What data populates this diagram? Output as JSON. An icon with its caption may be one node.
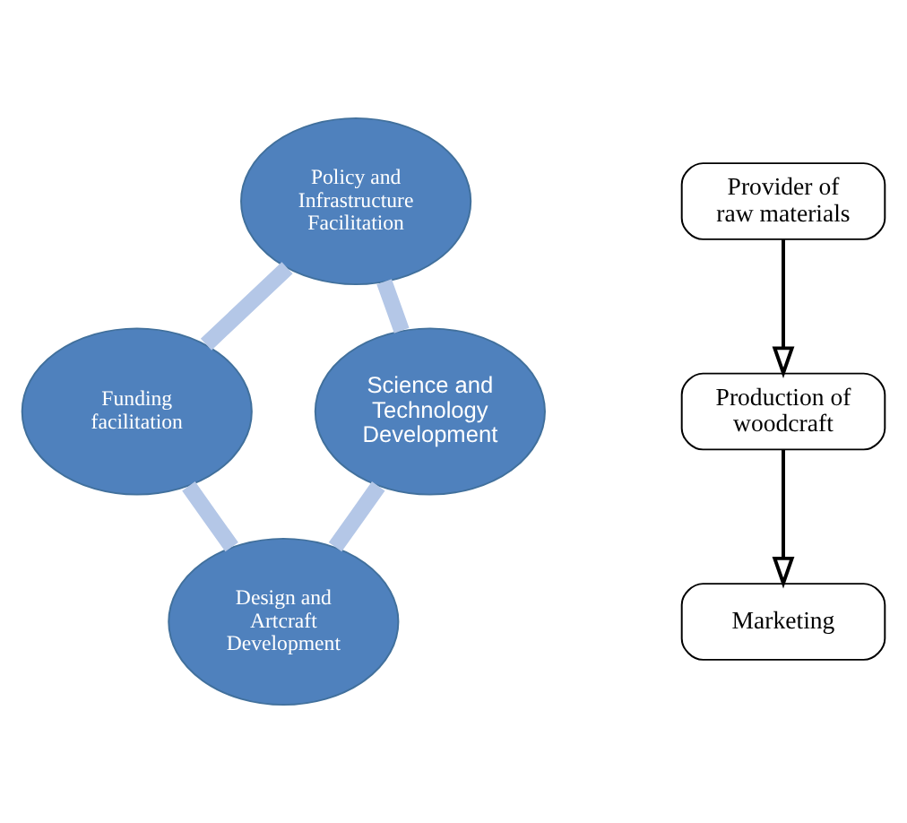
{
  "diagram": {
    "nodes": [
      {
        "text": [
          "Policy and Infrastructure Facilitation"
        ]
      },
      {
        "text": [
          "Funding facilitation"
        ]
      },
      {
        "text": [
          "Design and Artcraft Development"
        ]
      },
      {
        "text": [
          "Science and Technology Development"
        ]
      },
      {
        "text": [
          "Provider of raw materials"
        ]
      },
      {
        "text": [
          "Production of woodcraft"
        ]
      },
      {
        "text": [
          "Marketing"
        ]
      }
    ],
    "edges": [
      {
        "from": 0,
        "to": 1,
        "arrow": "none"
      },
      {
        "from": 1,
        "to": 2,
        "arrow": "none"
      },
      {
        "from": 2,
        "to": 3,
        "arrow": "none"
      },
      {
        "from": 3,
        "to": 0,
        "arrow": "none"
      },
      {
        "from": 4,
        "to": 5,
        "arrow": "to",
        "color": "#000000"
      },
      {
        "from": 5,
        "to": 6,
        "arrow": "to",
        "color": "#000000"
      }
    ]
  }
}
